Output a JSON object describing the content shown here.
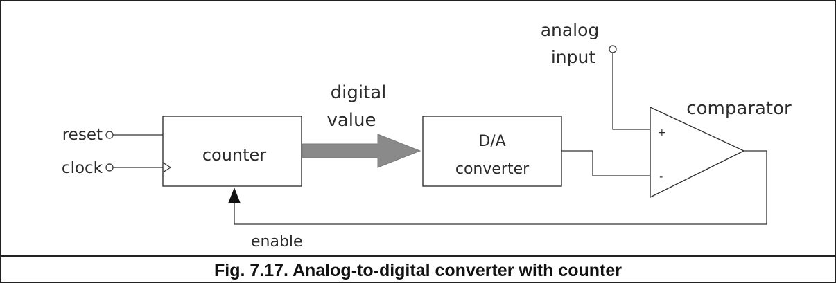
{
  "diagram": {
    "inputs": {
      "reset": "reset",
      "clock": "clock",
      "analog_input_line1": "analog",
      "analog_input_line2": "input"
    },
    "blocks": {
      "counter": "counter",
      "dac_line1": "D/A",
      "dac_line2": "converter",
      "comparator": "comparator"
    },
    "bus_label_line1": "digital",
    "bus_label_line2": "value",
    "comparator_plus": "+",
    "comparator_minus": "-",
    "feedback_label": "enable"
  },
  "caption": "Fig. 7.17. Analog-to-digital converter with counter"
}
